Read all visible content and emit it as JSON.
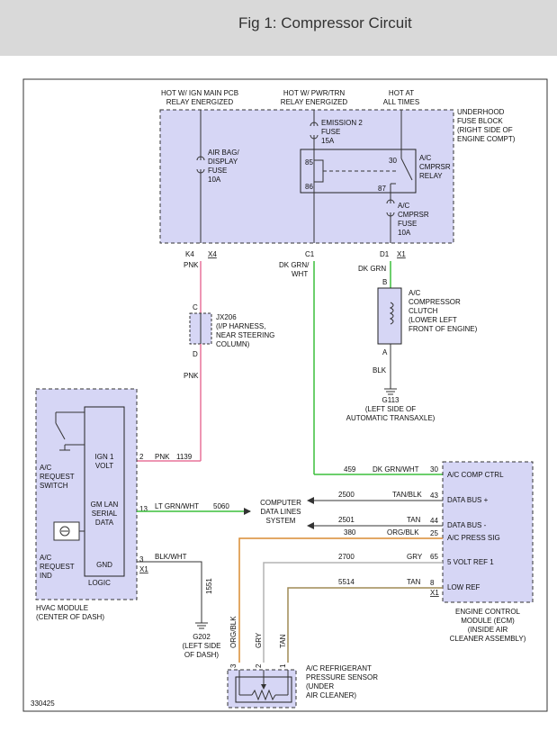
{
  "header": {
    "title": "Fig 1: Compressor Circuit"
  },
  "colors": {
    "pink": "#e8739a",
    "green": "#3cbf3c",
    "orange": "#d98c32",
    "gray": "#b4b4b4",
    "tan": "#9f8a55",
    "box_fill": "#d6d6f5"
  },
  "fuse_block": {
    "label": [
      "UNDERHOOD",
      "FUSE BLOCK",
      "(RIGHT SIDE OF",
      "ENGINE COMPT)"
    ],
    "sources": [
      [
        "HOT W/ IGN MAIN PCB",
        "RELAY ENERGIZED"
      ],
      [
        "HOT W/ PWR/TRN",
        "RELAY ENERGIZED"
      ],
      [
        "HOT AT",
        "ALL TIMES"
      ]
    ],
    "airbag_fuse": [
      "AIR BAG/",
      "DISPLAY",
      "FUSE",
      "10A"
    ],
    "emission_fuse": [
      "EMISSION 2",
      "FUSE",
      "15A"
    ],
    "relay": {
      "label": [
        "A/C",
        "CMPRSR",
        "RELAY"
      ],
      "pins": [
        "85",
        "86",
        "30",
        "87"
      ]
    },
    "cmprsr_fuse": [
      "A/C",
      "CMPRSR",
      "FUSE",
      "10A"
    ],
    "connectors": [
      "K4",
      "X4",
      "C1",
      "D1",
      "X1"
    ]
  },
  "wires": {
    "pnk": "PNK",
    "dk_grn_wht": [
      "DK GRN/",
      "WHT"
    ],
    "dk_grn": "DK GRN",
    "blk": "BLK"
  },
  "jx206": {
    "label": [
      "JX206",
      "(I/P HARNESS,",
      "NEAR STEERING",
      "COLUMN)"
    ],
    "pins": [
      "C",
      "D"
    ]
  },
  "clutch": {
    "label": [
      "A/C",
      "COMPRESSOR",
      "CLUTCH",
      "(LOWER LEFT",
      "FRONT OF ENGINE)"
    ],
    "pins": [
      "B",
      "A"
    ]
  },
  "g113": [
    "G113",
    "(LEFT SIDE OF",
    "AUTOMATIC TRANSAXLE)"
  ],
  "hvac": {
    "switch_label": [
      "A/C",
      "REQUEST",
      "SWITCH"
    ],
    "ind_label": [
      "A/C",
      "REQUEST",
      "IND"
    ],
    "logic_items": [
      [
        "IGN 1",
        "VOLT"
      ],
      [
        "GM LAN",
        "SERIAL",
        "DATA"
      ],
      [
        "GND"
      ]
    ],
    "logic_label": "LOGIC",
    "module_label": [
      "HVAC MODULE",
      "(CENTER OF DASH)"
    ],
    "pins": [
      "2",
      "13",
      "3",
      "X1"
    ]
  },
  "hvac_wires": [
    {
      "color": "PNK",
      "circuit": "1139"
    },
    {
      "color": "LT GRN/WHT",
      "circuit": "5060"
    },
    {
      "color": "BLK/WHT",
      "circuit": "1551"
    }
  ],
  "data_lines": [
    "COMPUTER",
    "DATA LINES",
    "SYSTEM"
  ],
  "g202": [
    "G202",
    "(LEFT SIDE",
    "OF DASH)"
  ],
  "ecm": {
    "items": [
      "A/C COMP CTRL",
      "DATA BUS +",
      "DATA BUS -",
      "A/C PRESS SIG",
      "5 VOLT REF 1",
      "LOW REF"
    ],
    "pins": [
      "30",
      "43",
      "44",
      "25",
      "65",
      "8",
      "X1"
    ],
    "label": [
      "ENGINE CONTROL",
      "MODULE (ECM)",
      "(INSIDE AIR",
      "CLEANER ASSEMBLY)"
    ]
  },
  "ecm_wires": [
    {
      "circuit": "459",
      "color": "DK GRN/WHT"
    },
    {
      "circuit": "2500",
      "color": "TAN/BLK"
    },
    {
      "circuit": "2501",
      "color": "TAN"
    },
    {
      "circuit": "380",
      "color": "ORG/BLK"
    },
    {
      "circuit": "2700",
      "color": "GRY"
    },
    {
      "circuit": "5514",
      "color": "TAN"
    }
  ],
  "sensor": {
    "label": [
      "A/C REFRIGERANT",
      "PRESSURE SENSOR",
      "(UNDER",
      "AIR CLEANER)"
    ],
    "pins": [
      "3",
      "2",
      "1"
    ],
    "wire_colors": [
      "ORG/BLK",
      "GRY",
      "TAN"
    ]
  },
  "figure_id": "330425"
}
